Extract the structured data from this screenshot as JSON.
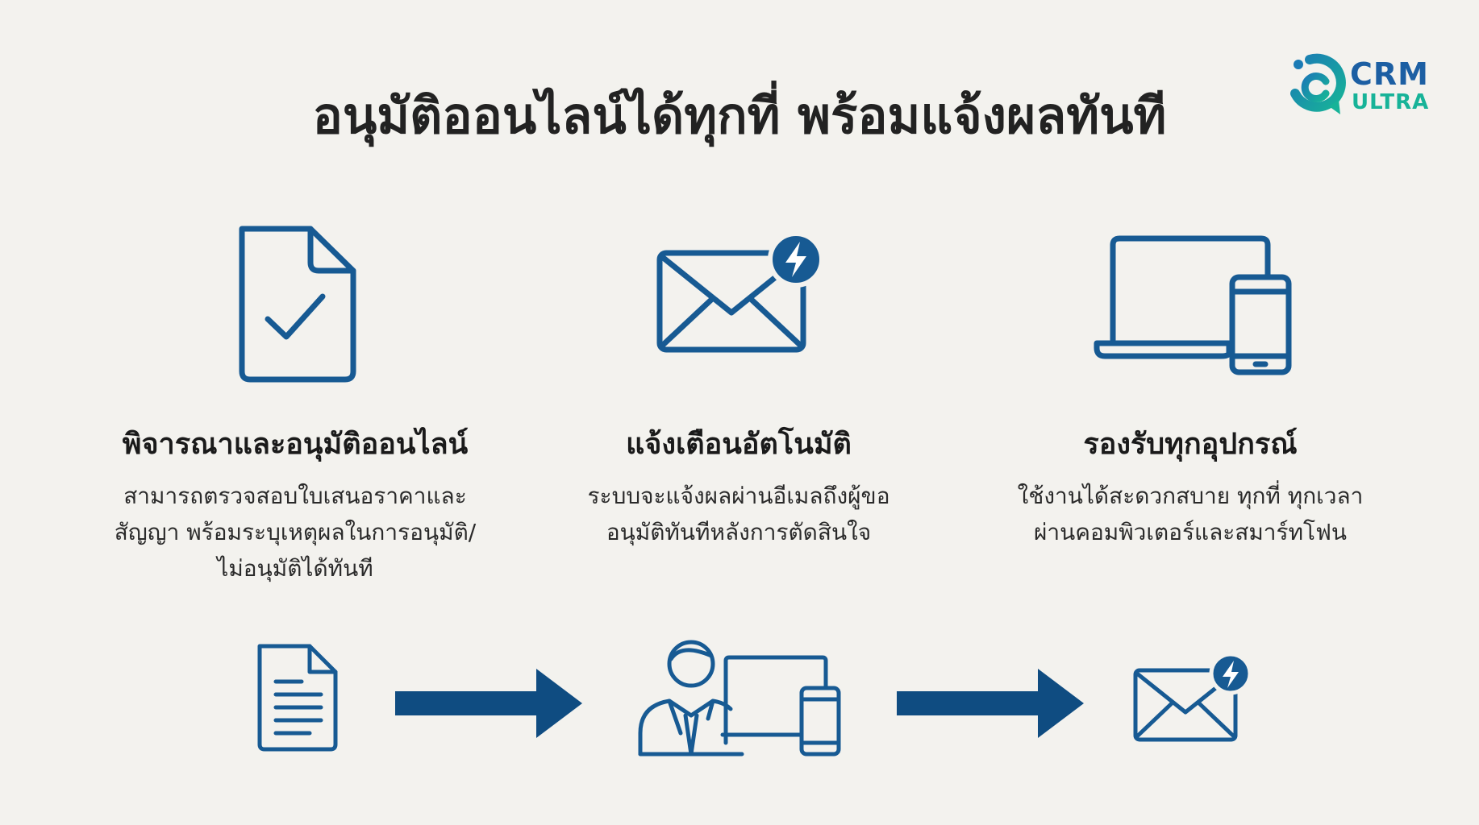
{
  "title": "อนุมัติออนไลน์ได้ทุกที่ พร้อมแจ้งผลทันที",
  "logo": {
    "line1": "CRM",
    "line2": "ULTRA"
  },
  "features": [
    {
      "icon": "document-check-icon",
      "heading": "พิจารณาและอนุมัติออนไลน์",
      "lines": [
        "สามารถตรวจสอบใบเสนอราคาและ",
        "สัญญา พร้อมระบุเหตุผลในการอนุมัติ/",
        "ไม่อนุมัติได้ทันที"
      ]
    },
    {
      "icon": "email-notification-icon",
      "heading": "แจ้งเตือนอัตโนมัติ",
      "lines": [
        "ระบบจะแจ้งผลผ่านอีเมลถึงผู้ขอ",
        "อนุมัติทันทีหลังการตัดสินใจ"
      ]
    },
    {
      "icon": "laptop-phone-icon",
      "heading": "รองรับทุกอุปกรณ์",
      "lines": [
        "ใช้งานได้สะดวกสบาย ทุกที่ ทุกเวลา",
        "ผ่านคอมพิวเตอร์และสมาร์ทโฟน"
      ]
    }
  ],
  "colors": {
    "icon": "#175a93",
    "arrow": "#0f4c81",
    "logo_blue": "#1c5fa3",
    "logo_teal": "#17b398"
  }
}
